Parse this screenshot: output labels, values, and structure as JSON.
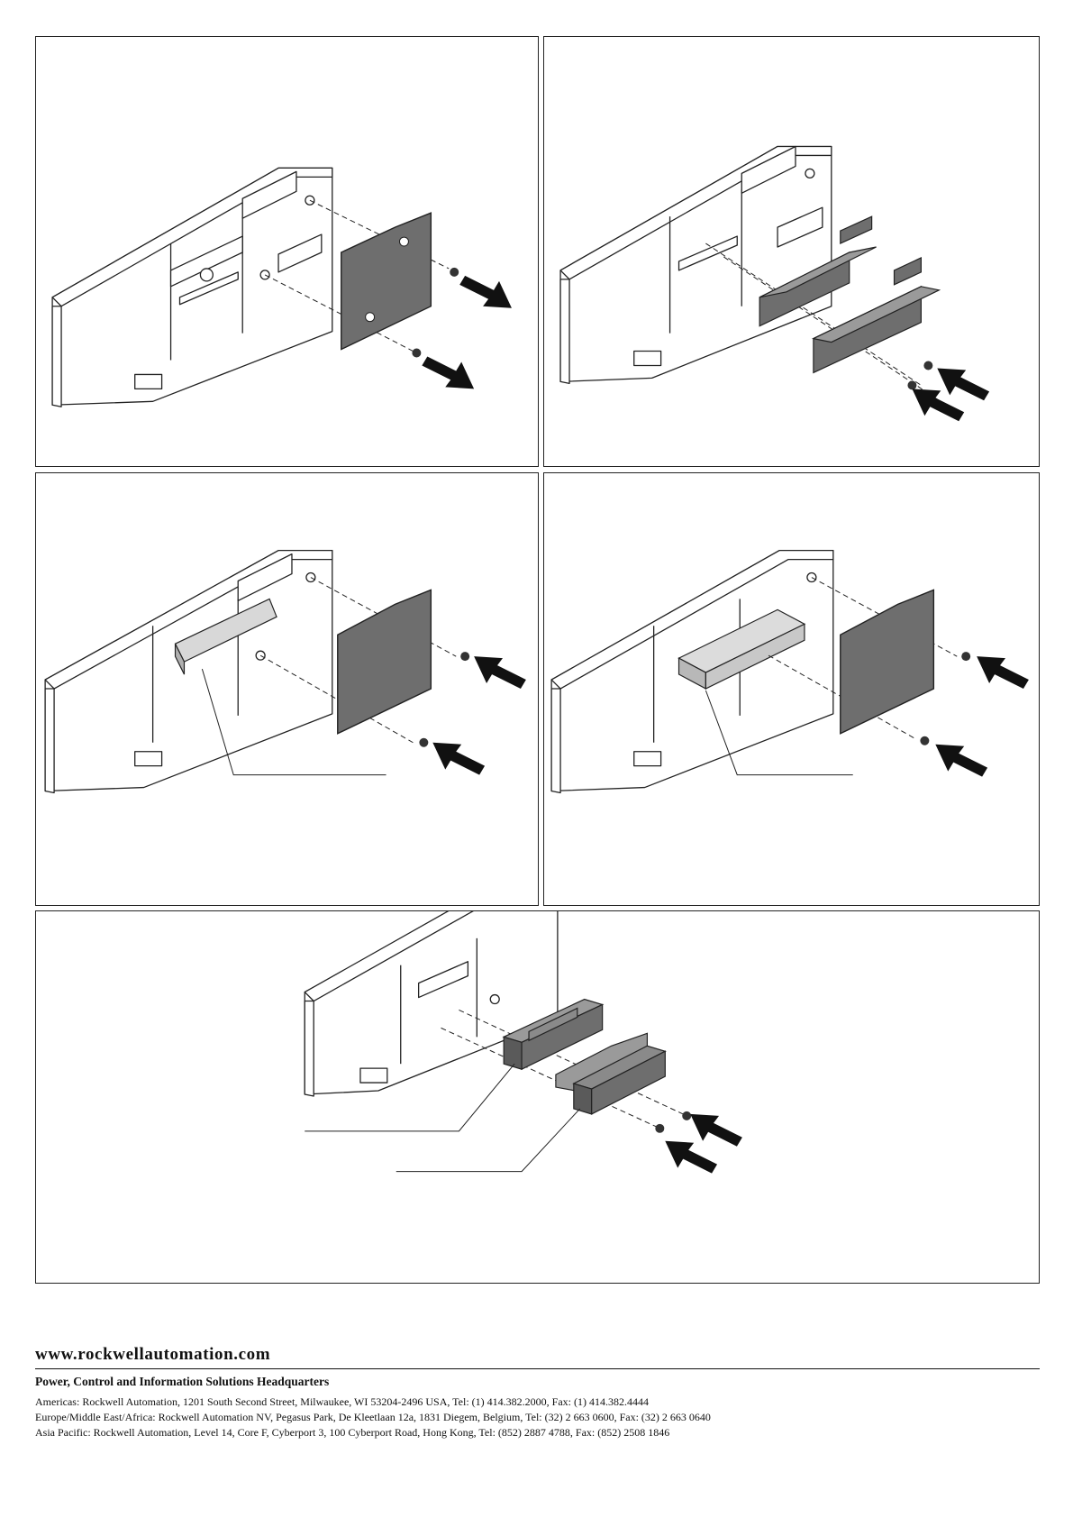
{
  "footer": {
    "website": "www.rockwellautomation.com",
    "headquarters": "Power, Control and Information Solutions Headquarters",
    "addresses": [
      "Americas: Rockwell Automation, 1201 South Second Street, Milwaukee, WI 53204-2496 USA, Tel: (1) 414.382.2000, Fax: (1) 414.382.4444",
      "Europe/Middle East/Africa: Rockwell Automation NV, Pegasus Park, De Kleetlaan 12a, 1831 Diegem, Belgium, Tel: (32) 2 663 0600, Fax: (32) 2 663 0640",
      "Asia Pacific: Rockwell Automation, Level 14, Core F, Cyberport 3, 100 Cyberport Road, Hong Kong, Tel: (852) 2887 4788, Fax: (852) 2508 1846"
    ]
  },
  "colors": {
    "line": "#222222",
    "part_fill": "#6e6e6e",
    "background": "#ffffff"
  }
}
